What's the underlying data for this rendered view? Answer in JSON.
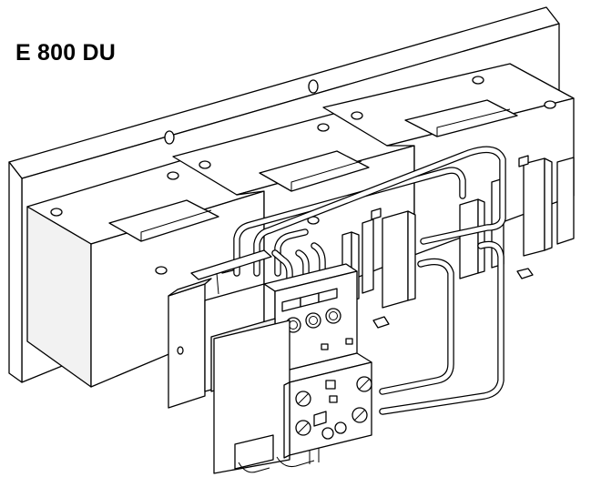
{
  "figure": {
    "title": "E 800 DU"
  },
  "parts": {
    "mounting_bracket": "mounting-bracket",
    "current_transformers": 3,
    "overload_relay_terminals": 3,
    "relay_adjust_dials": 4
  }
}
